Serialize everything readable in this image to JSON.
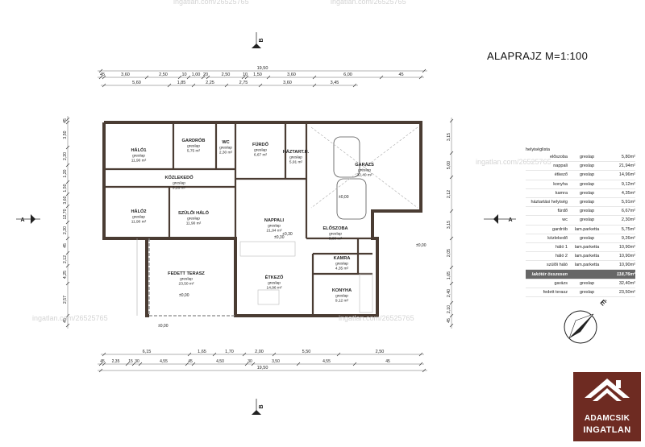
{
  "title": "ALAPRAJZ M=1:100",
  "watermark": "ingatlan.com/26525765",
  "section_marks": {
    "top": "B",
    "bottom": "B",
    "left": "A",
    "right": "A"
  },
  "dims_top_1": [
    "45",
    "3,60",
    "2,50",
    "10",
    "1,00",
    "20",
    "2,50",
    "10",
    "1,50",
    "3,60",
    "6,00",
    "45"
  ],
  "dims_top_2": [
    "5,60",
    "1,85",
    "2,25",
    "2,75",
    "3,60",
    "3,45"
  ],
  "dims_top_total": "19,50",
  "dims_bottom_1": [
    "6,15",
    "1,65",
    "1,70",
    "2,00",
    "5,50",
    "2,50"
  ],
  "dims_bottom_2": [
    "45",
    "2,35",
    "15",
    "30",
    "4,55",
    "45",
    "4,50",
    "30",
    "3,50",
    "4,55",
    "45"
  ],
  "dims_bottom_total": "19,50",
  "dims_left": [
    "45",
    "3,50",
    "2,20",
    "1,20",
    "1,50",
    "3,60",
    "12,70",
    "2,20",
    "45",
    "2,12",
    "4,25",
    "2,57",
    "45"
  ],
  "dims_right": [
    "3,15",
    "5,00",
    "2,12",
    "3,15",
    "2,05",
    "1,65",
    "2,40",
    "2,10",
    "45"
  ],
  "rooms": [
    {
      "name": "HÁLÓ1",
      "floor": "greslap",
      "area": "11,90 m²"
    },
    {
      "name": "GARDRÓB",
      "floor": "greslap",
      "area": "5,75 m²"
    },
    {
      "name": "WC",
      "floor": "greslap",
      "area": "2,30 m²"
    },
    {
      "name": "FÜRDŐ",
      "floor": "greslap",
      "area": "6,67 m²"
    },
    {
      "name": "HÁZTART.H.",
      "floor": "greslap",
      "area": "5,91 m²"
    },
    {
      "name": "GARÁZS",
      "floor": "greslap",
      "area": "32,40 m²"
    },
    {
      "name": "KÖZLEKEDŐ",
      "floor": "greslap",
      "area": "9,26 m²"
    },
    {
      "name": "HÁLÓ2",
      "floor": "greslap",
      "area": "11,90 m²"
    },
    {
      "name": "SZÜLŐI HÁLÓ",
      "floor": "greslap",
      "area": "11,90 m²"
    },
    {
      "name": "NAPPALI",
      "floor": "greslap",
      "area": "21,94 m²"
    },
    {
      "name": "ELŐSZOBA",
      "floor": "greslap",
      "area": "5,80 m²"
    },
    {
      "name": "KAMRA",
      "floor": "greslap",
      "area": "4,35 m²"
    },
    {
      "name": "FEDETT TERASZ",
      "floor": "greslap",
      "area": "23,50 m²"
    },
    {
      "name": "ÉTKEZŐ",
      "floor": "greslap",
      "area": "14,96 m²"
    },
    {
      "name": "KONYHA",
      "floor": "greslap",
      "area": "9,12 m²"
    }
  ],
  "level_marks": [
    "±0,00",
    "±0,30",
    "±0,00",
    "±0,00",
    "+0,30",
    "±0,00"
  ],
  "table_header": "helyiséglista",
  "table": [
    {
      "room": "előszoba",
      "floor": "greslap",
      "area": "5,80m²"
    },
    {
      "room": "nappali",
      "floor": "greslap",
      "area": "21,94m²"
    },
    {
      "room": "étkező",
      "floor": "greslap",
      "area": "14,96m²"
    },
    {
      "room": "konyha",
      "floor": "greslap",
      "area": "9,12m²"
    },
    {
      "room": "kamra",
      "floor": "greslap",
      "area": "4,35m²"
    },
    {
      "room": "háztartási helyiség",
      "floor": "greslap",
      "area": "5,91m²"
    },
    {
      "room": "fürdő",
      "floor": "greslap",
      "area": "6,67m²"
    },
    {
      "room": "wc",
      "floor": "greslap",
      "area": "2,30m²"
    },
    {
      "room": "gardrób",
      "floor": "lam.parketta",
      "area": "5,75m²"
    },
    {
      "room": "közlekedő",
      "floor": "greslap",
      "area": "9,26m²"
    },
    {
      "room": "háló 1",
      "floor": "lam.parketta",
      "area": "10,90m²"
    },
    {
      "room": "háló 2",
      "floor": "lam.parketta",
      "area": "10,90m²"
    },
    {
      "room": "szülői háló",
      "floor": "lam.parketta",
      "area": "10,90m²"
    }
  ],
  "table_sum": {
    "room": "lakótér összesen",
    "area": "118,76m²"
  },
  "table_extra": [
    {
      "room": "garázs",
      "floor": "greslap",
      "area": "32,40m²"
    },
    {
      "room": "fedett terasz",
      "floor": "greslap",
      "area": "23,50m²"
    }
  ],
  "north_label": "É",
  "logo": {
    "line1": "ADAMCSIK",
    "line2": "INGATLAN"
  }
}
